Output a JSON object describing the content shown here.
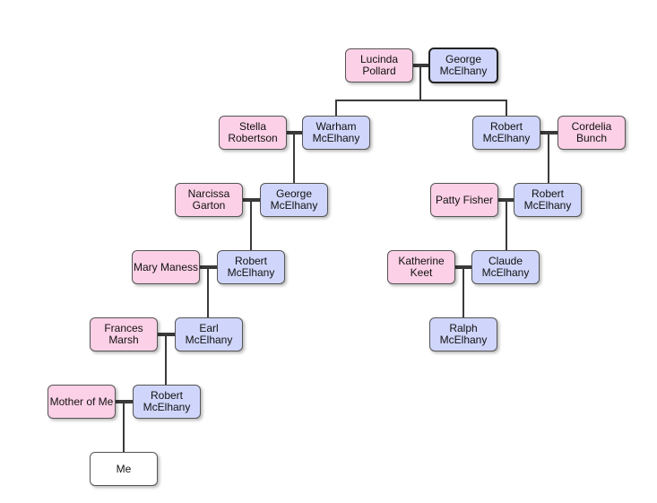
{
  "colors": {
    "female_fill": "#fcd0e6",
    "male_fill": "#d0d6fb",
    "self_fill": "#ffffff",
    "border": "#555555",
    "link": "#3a3a3a"
  },
  "people": {
    "lucinda_pollard": "Lucinda\nPollard",
    "george_mcelhany_root": "George\nMcElhany",
    "stella_robertson": "Stella\nRobertson",
    "warham_mcelhany": "Warham\nMcElhany",
    "robert_mcelhany_r1": "Robert\nMcElhany",
    "cordelia_bunch": "Cordelia\nBunch",
    "narcissa_garton": "Narcissa\nGarton",
    "george_mcelhany_l2": "George\nMcElhany",
    "patty_fisher": "Patty Fisher",
    "robert_mcelhany_r2": "Robert\nMcElhany",
    "mary_maness": "Mary Maness",
    "robert_mcelhany_l3": "Robert\nMcElhany",
    "katherine_keet": "Katherine\nKeet",
    "claude_mcelhany": "Claude\nMcElhany",
    "frances_marsh": "Frances\nMarsh",
    "earl_mcelhany": "Earl\nMcElhany",
    "ralph_mcelhany": "Ralph\nMcElhany",
    "mother_of_me": "Mother of Me",
    "robert_mcelhany_l5": "Robert\nMcElhany",
    "me": "Me"
  }
}
